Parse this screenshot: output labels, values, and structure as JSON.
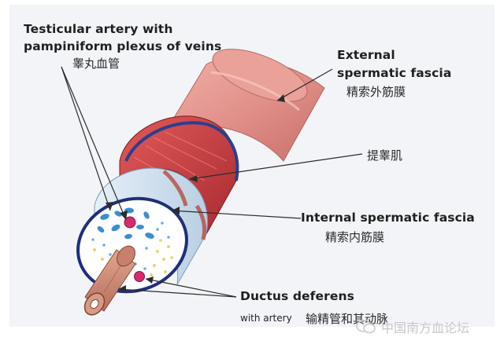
{
  "labels": {
    "testicular_artery_line1": "Testicular artery with",
    "testicular_artery_line2": "pampiniform plexus of veins",
    "testicular_artery_cn": "睾丸血管",
    "external_line1": "External",
    "external_line2": "spermatic fascia",
    "external_cn": "精索外筋膜",
    "cremaster_cn": "提睾肌",
    "internal_en": "Internal spermatic fascia",
    "internal_cn": "精索内筋膜",
    "ductus_en": "Ductus deferens",
    "ductus_sub": "with artery",
    "ductus_cn": "输精管和其动脉"
  },
  "watermark": {
    "text": "中国南方血论坛"
  },
  "colors": {
    "outer_fascia": "#d97f78",
    "cremaster": "#c0373a",
    "internal_fascia": "#c9dcec",
    "lumen": "#ffffff",
    "vein": "#3a8ed0",
    "artery": "#d22c6b",
    "ductus": "#c8826e",
    "fascia_border": "#2a3f8f"
  }
}
